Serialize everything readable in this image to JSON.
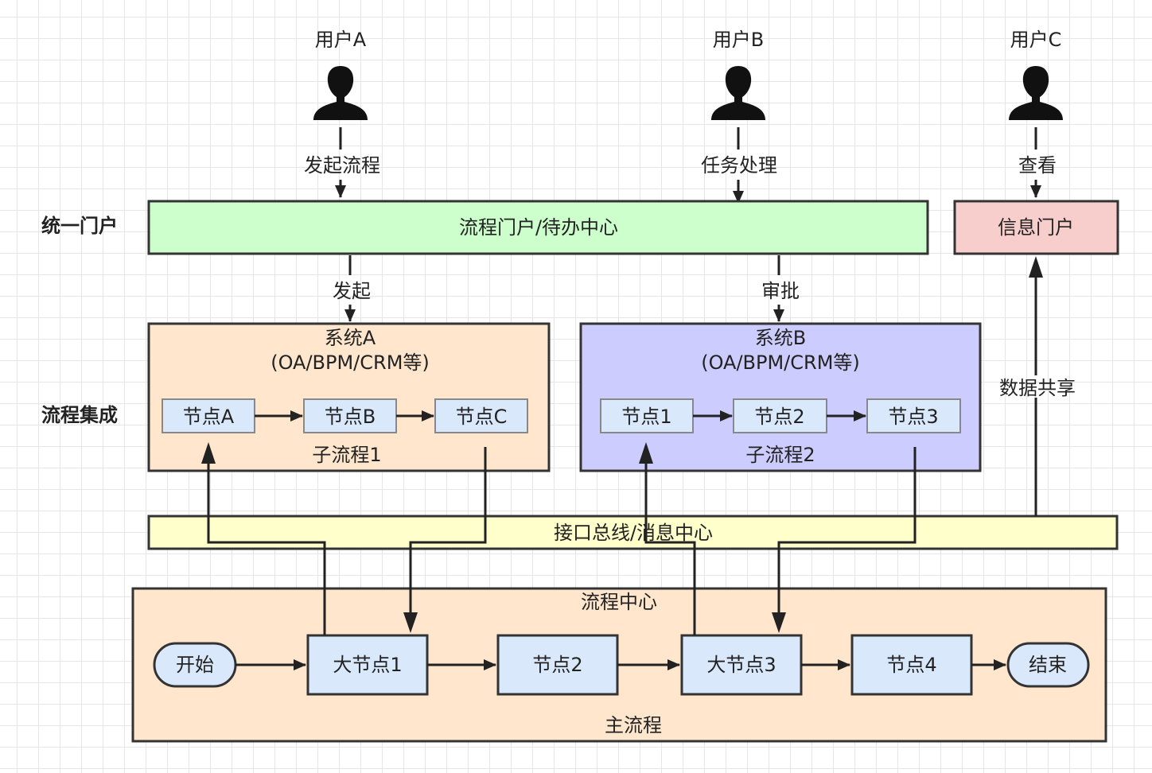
{
  "users": [
    {
      "label": "用户A",
      "action": "发起流程"
    },
    {
      "label": "用户B",
      "action": "任务处理"
    },
    {
      "label": "用户C",
      "action": "查看"
    }
  ],
  "layers": {
    "portal": "统一门户",
    "integration": "流程集成"
  },
  "portal_bar": "流程门户/待办中心",
  "info_portal": "信息门户",
  "edges": {
    "launch": "发起",
    "approve": "审批",
    "data_share": "数据共享"
  },
  "system_a": {
    "title": "系统A",
    "subtitle": "(OA/BPM/CRM等)",
    "nodes": [
      "节点A",
      "节点B",
      "节点C"
    ],
    "caption": "子流程1"
  },
  "system_b": {
    "title": "系统B",
    "subtitle": "(OA/BPM/CRM等)",
    "nodes": [
      "节点1",
      "节点2",
      "节点3"
    ],
    "caption": "子流程2"
  },
  "bus": "接口总线/消息中心",
  "process_center": {
    "title": "流程中心",
    "start": "开始",
    "nodes": [
      "大节点1",
      "节点2",
      "大节点3",
      "节点4"
    ],
    "end": "结束",
    "caption": "主流程"
  },
  "colors": {
    "portal_fill": "#ccffcc",
    "info_fill": "#f8cecc",
    "system_a_fill": "#ffe6cc",
    "system_b_fill": "#ccccff",
    "node_fill": "#dae8fc",
    "bus_fill": "#ffffcc",
    "center_fill": "#ffe6cc"
  }
}
